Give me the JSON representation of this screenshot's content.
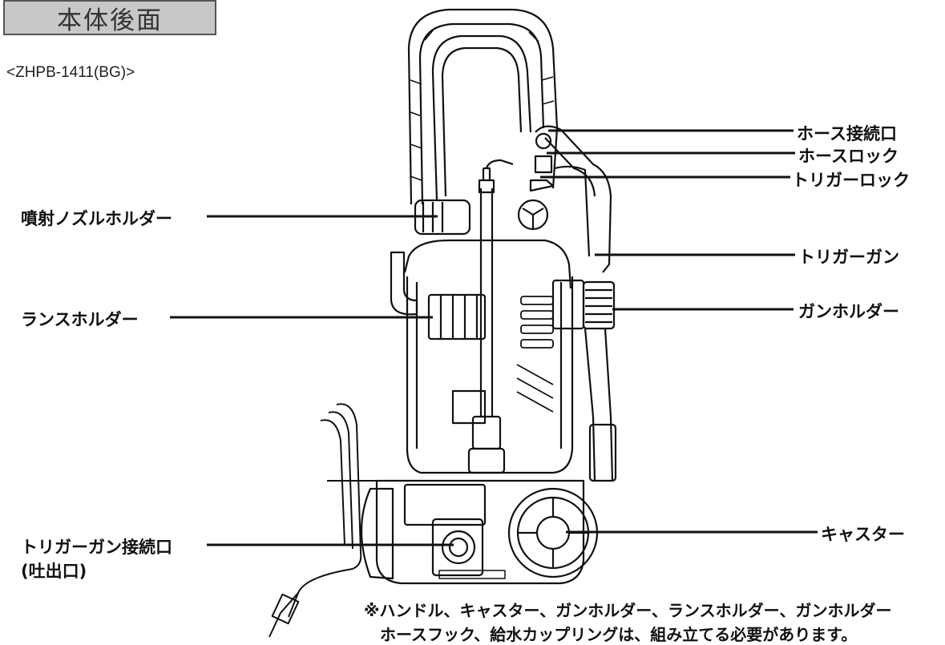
{
  "page": {
    "title": "本体後面",
    "model": "<ZHPB-1411(BG)>"
  },
  "labels": {
    "hose_inlet": "ホース接続口",
    "hose_lock": "ホースロック",
    "trigger_lock": "トリガーロック",
    "nozzle_holder": "噴射ノズルホルダー",
    "trigger_gun": "トリガーガン",
    "lance_holder": "ランスホルダー",
    "gun_holder": "ガンホルダー",
    "caster": "キャスター",
    "trigger_gun_outlet": "トリガーガン接続口",
    "trigger_gun_outlet_sub": "(吐出口)"
  },
  "notes": {
    "line1": "※ハンドル、キャスター、ガンホルダー、ランスホルダー、ガンホルダー",
    "line2": "ホースフック、給水カップリングは、組み立てる必要があります。"
  }
}
